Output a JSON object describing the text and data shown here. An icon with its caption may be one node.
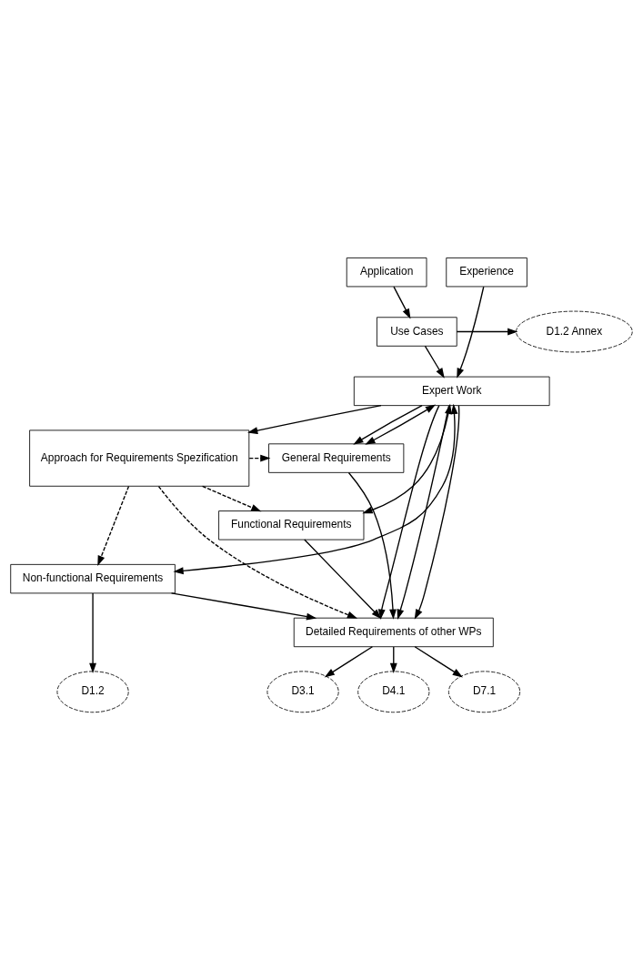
{
  "diagram": {
    "nodes": [
      {
        "text": [
          "Application"
        ]
      },
      {
        "text": [
          "Experience"
        ]
      },
      {
        "text": [
          "Use Cases"
        ]
      },
      {
        "text": [
          "D1.2 Annex"
        ]
      },
      {
        "text": [
          "Expert Work"
        ]
      },
      {
        "text": [
          "Approach for Requirements Spezification"
        ]
      },
      {
        "text": [
          "General Requirements"
        ]
      },
      {
        "text": [
          "Functional Requirements"
        ]
      },
      {
        "text": [
          "Non-functional Requirements"
        ]
      },
      {
        "text": [
          "Detailed Requirements of other WPs"
        ]
      },
      {
        "text": [
          "D1.2"
        ]
      },
      {
        "text": [
          "D3.1"
        ]
      },
      {
        "text": [
          "D4.1"
        ]
      },
      {
        "text": [
          "D7.1"
        ]
      }
    ],
    "edges": [
      {
        "from": 0,
        "to": 2,
        "arrow": "to"
      },
      {
        "from": 1,
        "to": 4,
        "arrow": "to"
      },
      {
        "from": 2,
        "to": 3,
        "arrow": "to"
      },
      {
        "from": 2,
        "to": 4,
        "arrow": "to"
      },
      {
        "from": 4,
        "to": 5,
        "arrow": "to"
      },
      {
        "from": 4,
        "to": 6,
        "arrow": "to"
      },
      {
        "from": 6,
        "to": 4,
        "arrow": "both"
      },
      {
        "from": 7,
        "to": 4,
        "arrow": "both"
      },
      {
        "from": 8,
        "to": 4,
        "arrow": "both"
      },
      {
        "from": 5,
        "to": 6,
        "arrow": "to",
        "style": "dashed"
      },
      {
        "from": 5,
        "to": 7,
        "arrow": "to",
        "style": "dashed"
      },
      {
        "from": 5,
        "to": 8,
        "arrow": "to",
        "style": "dashed"
      },
      {
        "from": 6,
        "to": 9,
        "arrow": "to"
      },
      {
        "from": 7,
        "to": 9,
        "arrow": "to"
      },
      {
        "from": 8,
        "to": 9,
        "arrow": "to"
      },
      {
        "from": 4,
        "to": 9,
        "arrow": "to"
      },
      {
        "from": 4,
        "to": 9,
        "arrow": "to"
      },
      {
        "from": 4,
        "to": 9,
        "arrow": "to"
      },
      {
        "from": 5,
        "to": 9,
        "arrow": "to",
        "style": "dashed"
      },
      {
        "from": 8,
        "to": 10,
        "arrow": "to"
      },
      {
        "from": 9,
        "to": 11,
        "arrow": "to"
      },
      {
        "from": 9,
        "to": 12,
        "arrow": "to"
      },
      {
        "from": 9,
        "to": 13,
        "arrow": "to"
      }
    ]
  }
}
